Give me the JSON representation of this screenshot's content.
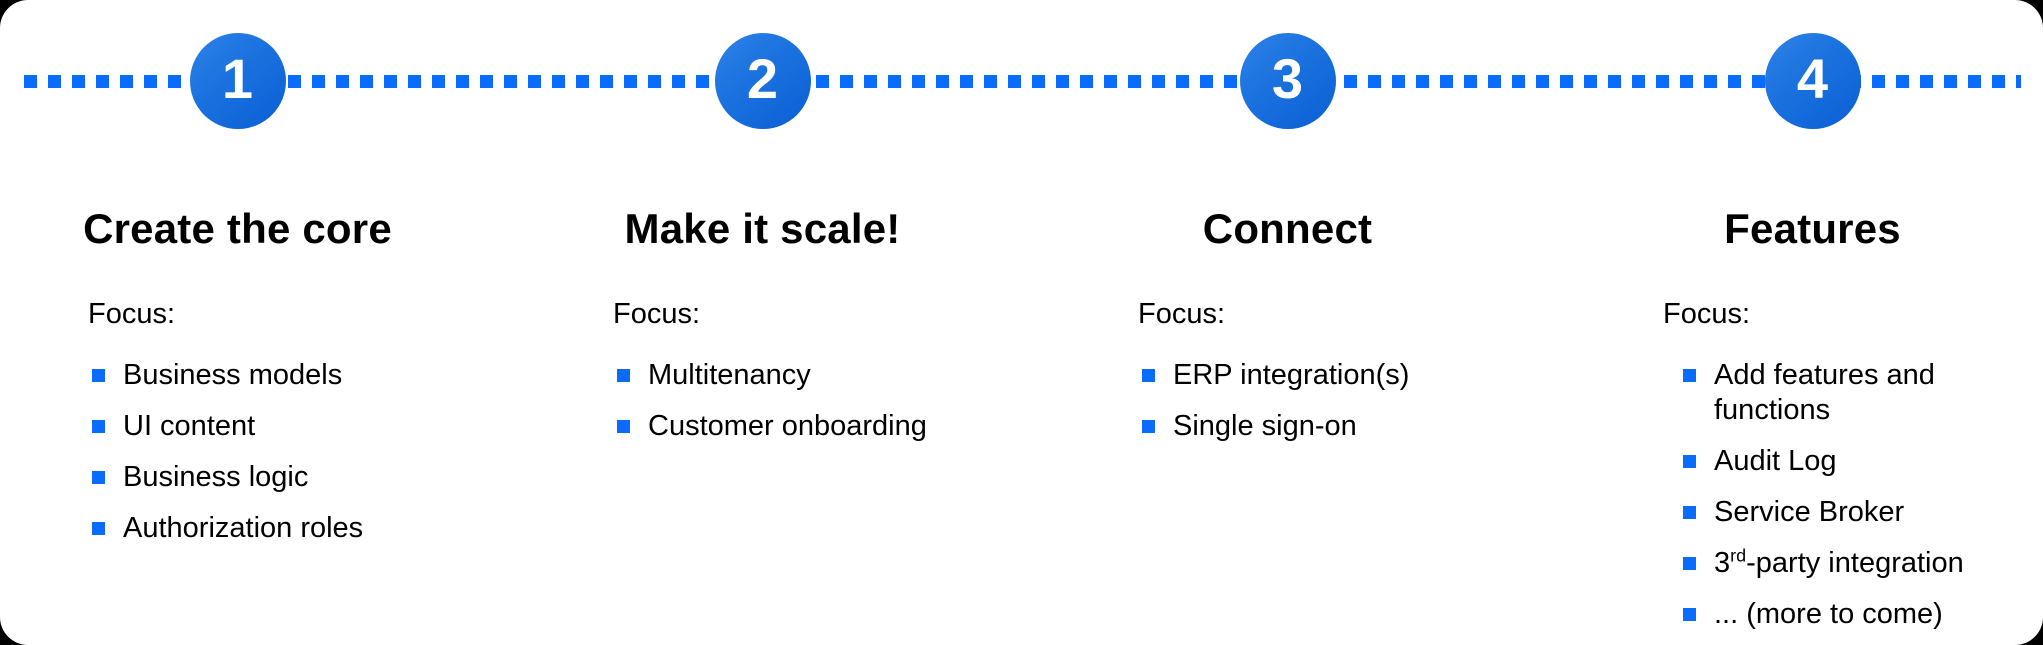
{
  "card": {
    "background_color": "#ffffff",
    "outside_color": "#000000",
    "accent_color": "#0a6cff",
    "circle_gradient": [
      "#2e82e8",
      "#0a5fd4"
    ]
  },
  "steps": [
    {
      "number": "1",
      "title": "Create the core",
      "focus_label": "Focus:",
      "items": [
        "Business models",
        "UI content",
        "Business logic",
        "Authorization roles"
      ]
    },
    {
      "number": "2",
      "title": "Make it scale!",
      "focus_label": "Focus:",
      "items": [
        "Multitenancy",
        "Customer onboarding"
      ]
    },
    {
      "number": "3",
      "title": "Connect",
      "focus_label": "Focus:",
      "items": [
        "ERP integration(s)",
        "Single sign-on"
      ]
    },
    {
      "number": "4",
      "title": "Features",
      "focus_label": "Focus:",
      "items": [
        "Add features and functions",
        "Audit Log",
        "Service Broker",
        {
          "pre": "3",
          "sup": "rd",
          "post": "-party integration"
        },
        "... (more to come)"
      ]
    }
  ]
}
